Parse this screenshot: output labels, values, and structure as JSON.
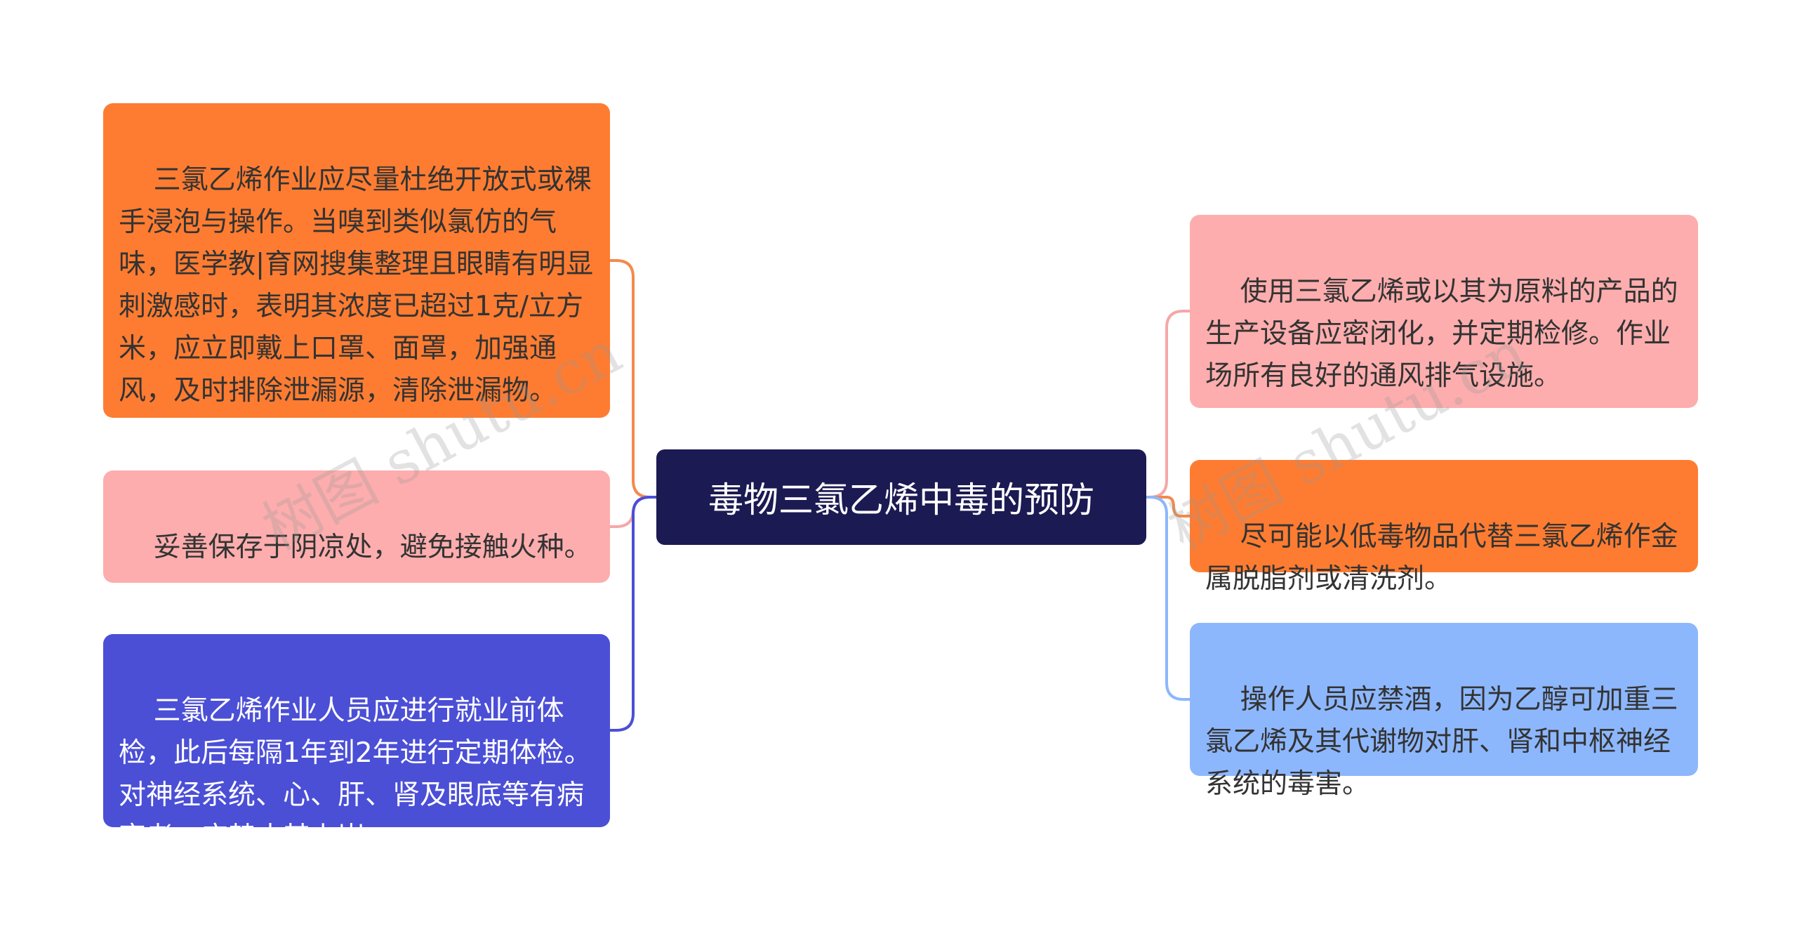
{
  "center": {
    "label": "毒物三氯乙烯中毒的预防",
    "color": "#1c1a52"
  },
  "left_nodes": [
    {
      "text": "三氯乙烯作业应尽量杜绝开放式或裸手浸泡与操作。当嗅到类似氯仿的气味，医学教|育网搜集整理且眼睛有明显刺激感时，表明其浓度已超过1克/立方米，应立即戴上口罩、面罩，加强通风，及时排除泄漏源，清除泄漏物。",
      "color": "#fe7c31",
      "line": "#f38a4c"
    },
    {
      "text": "妥善保存于阴凉处，避免接触火种。",
      "color": "#fdadad",
      "line": "#f6a7a7"
    },
    {
      "text": "三氯乙烯作业人员应进行就业前体检，此后每隔1年到2年进行定期体检。对神经系统、心、肝、肾及眼底等有病变者，应禁止其上岗。",
      "color": "#4b4fd6",
      "line": "#4b4fd6"
    }
  ],
  "right_nodes": [
    {
      "text": "使用三氯乙烯或以其为原料的产品的生产设备应密闭化，并定期检修。作业场所有良好的通风排气设施。",
      "color": "#fdadad",
      "line": "#f6a7a7"
    },
    {
      "text": "尽可能以低毒物品代替三氯乙烯作金属脱脂剂或清洗剂。",
      "color": "#fe7c31",
      "line": "#f38a4c"
    },
    {
      "text": "操作人员应禁酒，因为乙醇可加重三氯乙烯及其代谢物对肝、肾和中枢神经系统的毒害。",
      "color": "#8db7fd",
      "line": "#8db7fd"
    }
  ],
  "watermark": "树图 shutu.cn"
}
